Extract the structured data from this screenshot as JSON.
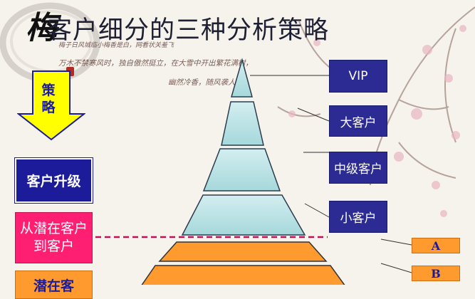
{
  "title": "客户细分的三种分析策略",
  "strategy_label": "策略",
  "left_boxes": {
    "upgrade": "客户升级",
    "convert": "从潜在客户到客户",
    "potential": "潜在客"
  },
  "right_labels": {
    "vip": "VIP",
    "big": "大客户",
    "mid": "中级客户",
    "small": "小客户"
  },
  "grades": {
    "a": "A",
    "b": "B"
  },
  "calligraphy": {
    "line1": "梅子日风城临小梅香是白，网看状关羞飞",
    "line2": "万木不禁寒风时，独自傲然挺立，在大雪中开出繁花满树，",
    "line3": "幽然冷香，随风袭人"
  },
  "decoration_char": "梅",
  "colors": {
    "deep_blue": "#1c1c9a",
    "pyramid_top": "#b9e2e4",
    "pyramid_bottom": "#ff9a2e",
    "pink": "#ff1f72",
    "arrow_yellow": "#ffff00"
  }
}
